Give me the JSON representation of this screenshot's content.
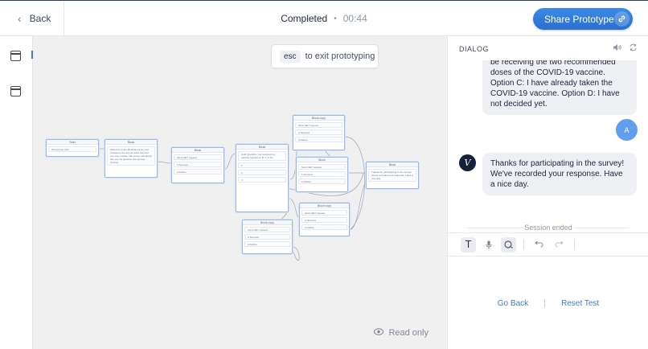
{
  "header": {
    "back_label": "Back",
    "status": "Completed",
    "separator": "•",
    "time": "00:44",
    "share_label": "Share Prototype"
  },
  "canvas": {
    "esc_key": "esc",
    "esc_text": "to exit prototyping",
    "readonly_label": "Read only",
    "blocks": {
      "start_title": "Start",
      "start_step": "Prompt use intro",
      "b1_title": "Block",
      "b1_text": "Welcome to the Medtrak survey tool. Instead of the normal video ask that you may receive. We survey will simply ask you via question and answer choices",
      "b2_title": "Block",
      "b2_step": "Send GET request",
      "b2_success": "Success",
      "b2_failure": "Failure",
      "b3_title": "Block",
      "b3_text": "Hold Question: I've received my vaccine (options A, B, C or D)",
      "b3_opt1": "1",
      "b3_opt2": "2",
      "b3_opt3": "3",
      "b4_title": "Block copy",
      "b4_step": "Send GET request",
      "b4_success": "Success",
      "b4_failure": "Failure",
      "b5_title": "Block",
      "b5_step": "Send GET request",
      "b5_success": "Success",
      "b5_failure": "Failure",
      "b6_title": "Block",
      "b6_text": "Thanks for participating in the survey! We've recorded your response. Have a nice day.",
      "b7_title": "Block copy",
      "b7_step": "Send GET request",
      "b7_success": "Success",
      "b7_failure": "Failure",
      "b8_title": "Block copy",
      "b8_step": "Send GET request",
      "b8_success": "Success",
      "b8_failure": "Failure"
    }
  },
  "dialog": {
    "title": "DIALOG",
    "msg_prev": "be receiving the two recommended doses of the COVID-19 vaccine. Option C: I have already taken the COVID-19 vaccine. Option D: I have not decided yet.",
    "user_initial": "A",
    "bot_initial": "V",
    "msg_bot": "Thanks for participating in the survey! We've recorded your response. Have a nice day.",
    "session_ended": "Session ended",
    "go_back": "Go Back",
    "reset": "Reset Test"
  },
  "colors": {
    "accent": "#3d7bd8",
    "share_button": "#2f74d6",
    "bot_avatar": "#14203c",
    "user_avatar": "#5f9fee"
  }
}
